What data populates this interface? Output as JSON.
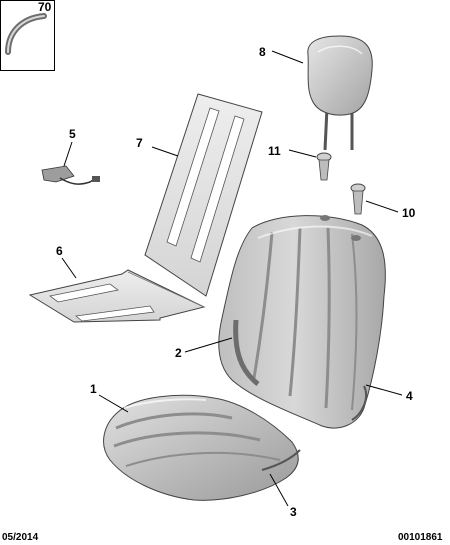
{
  "diagram": {
    "callouts": {
      "p70": "70",
      "p8": "8",
      "p5": "5",
      "p7": "7",
      "p11": "11",
      "p10": "10",
      "p6": "6",
      "p2": "2",
      "p4": "4",
      "p1": "1",
      "p3": "3"
    },
    "footer": {
      "date": "05/2014",
      "reference": "00101861"
    }
  }
}
